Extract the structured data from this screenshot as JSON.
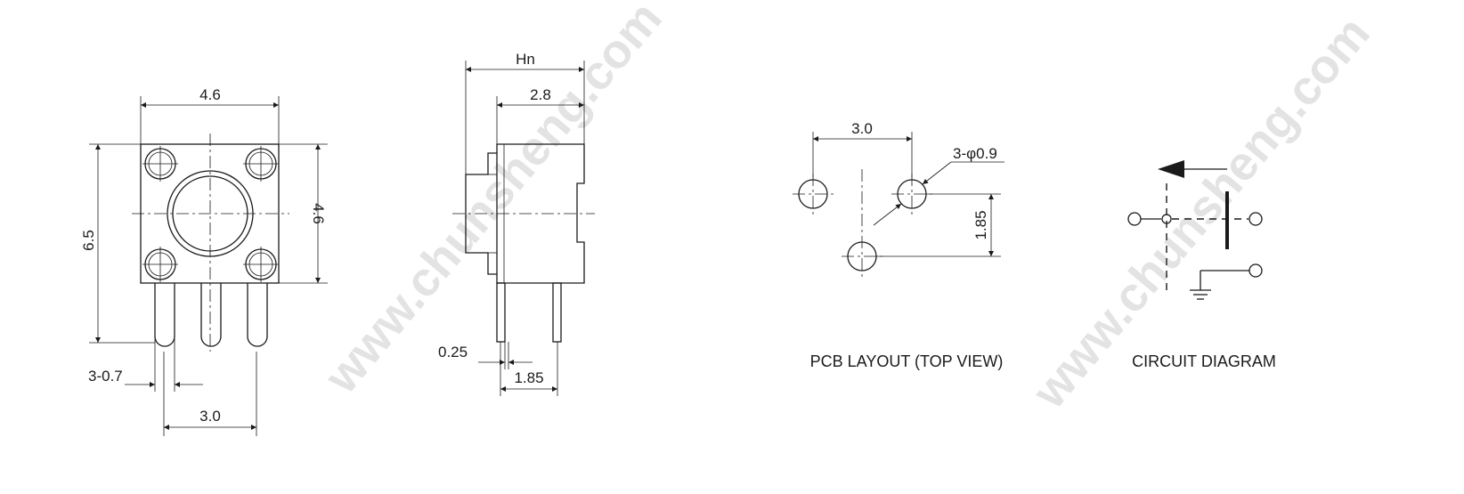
{
  "watermark": "www.chunsheng.com",
  "front_view": {
    "dim_top_width": "4.6",
    "dim_left_height": "6.5",
    "dim_right_height": "4.6",
    "dim_pin_diameter": "3-0.7",
    "dim_pin_pitch": "3.0"
  },
  "side_view": {
    "dim_total_height": "Hn",
    "dim_body": "2.8",
    "dim_pin_thickness": "0.25",
    "dim_pin_spacing": "1.85"
  },
  "pcb_layout": {
    "caption": "PCB LAYOUT (TOP VIEW)",
    "dim_hole_spacing": "3.0",
    "dim_hole_diameter": "3-φ0.9",
    "dim_vertical_offset": "1.85"
  },
  "circuit": {
    "caption": "CIRCUIT DIAGRAM"
  }
}
